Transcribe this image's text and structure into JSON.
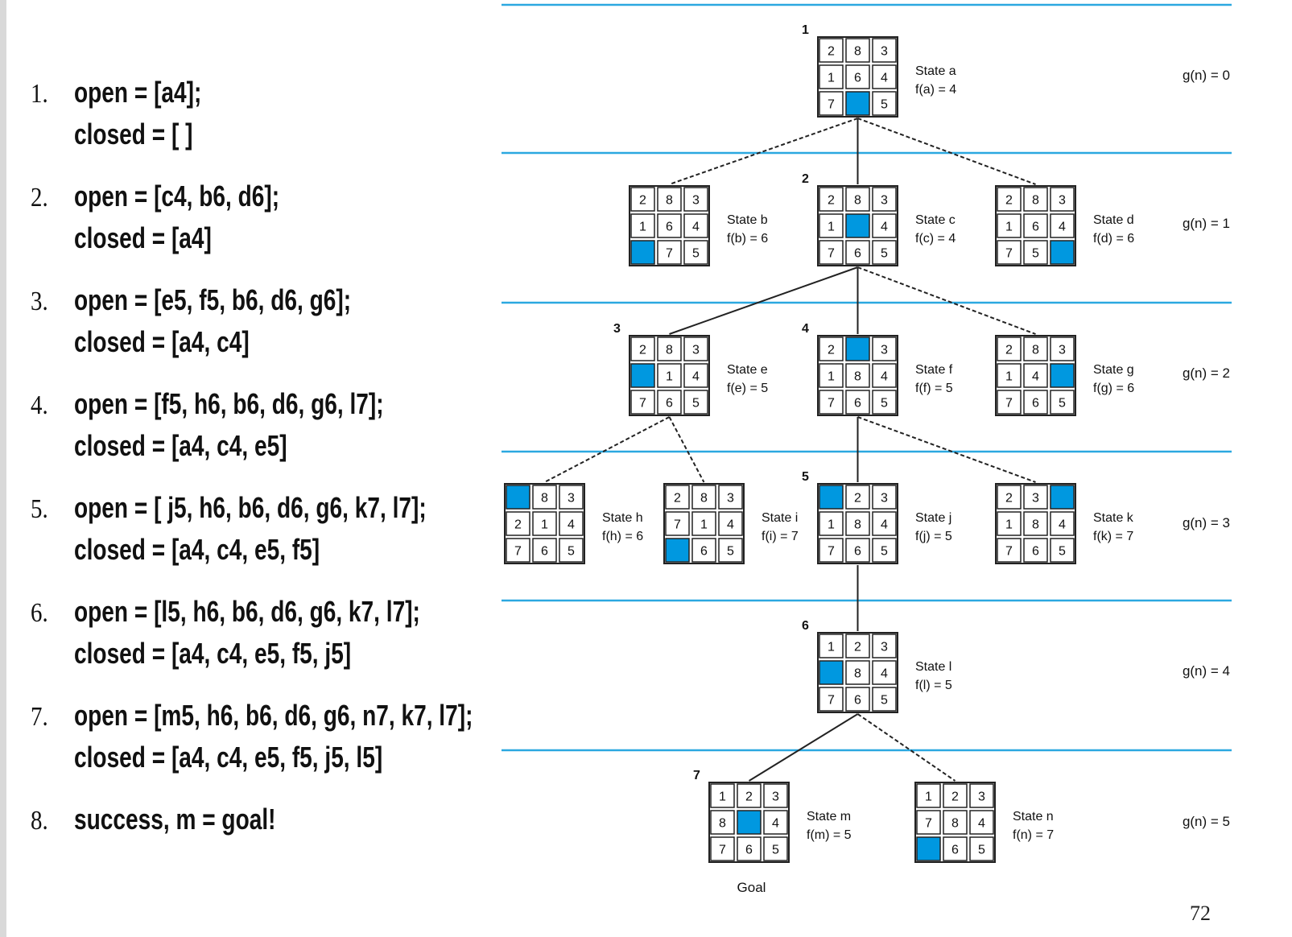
{
  "steps": [
    {
      "num": "1.",
      "line1": "open = [a4];",
      "line2": "closed = [ ]"
    },
    {
      "num": "2.",
      "line1": "open = [c4, b6, d6];",
      "line2": "closed = [a4]"
    },
    {
      "num": "3.",
      "line1": "open = [e5, f5, b6, d6, g6];",
      "line2": "closed = [a4, c4]"
    },
    {
      "num": "4.",
      "line1": "open = [f5, h6, b6, d6, g6, l7];",
      "line2": "closed = [a4, c4, e5]"
    },
    {
      "num": "5.",
      "line1": "open = [ j5, h6, b6, d6, g6, k7, l7];",
      "line2": "closed = [a4, c4, e5, f5]"
    },
    {
      "num": "6.",
      "line1": "open = [l5, h6, b6, d6, g6, k7, l7];",
      "line2": "closed = [a4, c4, e5, f5, j5]"
    },
    {
      "num": "7.",
      "line1": "open = [m5, h6, b6, d6, g6, n7, k7, l7];",
      "line2": "closed = [a4, c4, e5, f5, j5, l5]"
    },
    {
      "num": "8.",
      "line1": "success, m = goal!",
      "line2": ""
    }
  ],
  "levels": [
    "g(n) = 0",
    "g(n) = 1",
    "g(n) = 2",
    "g(n) = 3",
    "g(n) = 4",
    "g(n) = 5"
  ],
  "states": [
    {
      "id": "a",
      "cells": [
        "2",
        "8",
        "3",
        "1",
        "6",
        "4",
        "7",
        "",
        "5"
      ],
      "name": "State a",
      "f": "f(a) = 4",
      "order": "1"
    },
    {
      "id": "b",
      "cells": [
        "2",
        "8",
        "3",
        "1",
        "6",
        "4",
        "",
        "7",
        "5"
      ],
      "name": "State b",
      "f": "f(b) = 6",
      "order": ""
    },
    {
      "id": "c",
      "cells": [
        "2",
        "8",
        "3",
        "1",
        "",
        "4",
        "7",
        "6",
        "5"
      ],
      "name": "State c",
      "f": "f(c) = 4",
      "order": "2"
    },
    {
      "id": "d",
      "cells": [
        "2",
        "8",
        "3",
        "1",
        "6",
        "4",
        "7",
        "5",
        ""
      ],
      "name": "State d",
      "f": "f(d) = 6",
      "order": ""
    },
    {
      "id": "e",
      "cells": [
        "2",
        "8",
        "3",
        "",
        "1",
        "4",
        "7",
        "6",
        "5"
      ],
      "name": "State e",
      "f": "f(e) = 5",
      "order": "3"
    },
    {
      "id": "f",
      "cells": [
        "2",
        "",
        "3",
        "1",
        "8",
        "4",
        "7",
        "6",
        "5"
      ],
      "name": "State f",
      "f": "f(f) = 5",
      "order": "4"
    },
    {
      "id": "g",
      "cells": [
        "2",
        "8",
        "3",
        "1",
        "4",
        "",
        "7",
        "6",
        "5"
      ],
      "name": "State g",
      "f": "f(g) = 6",
      "order": ""
    },
    {
      "id": "h",
      "cells": [
        "",
        "8",
        "3",
        "2",
        "1",
        "4",
        "7",
        "6",
        "5"
      ],
      "name": "State h",
      "f": "f(h) = 6",
      "order": ""
    },
    {
      "id": "i",
      "cells": [
        "2",
        "8",
        "3",
        "7",
        "1",
        "4",
        "",
        "6",
        "5"
      ],
      "name": "State i",
      "f": "f(i) = 7",
      "order": ""
    },
    {
      "id": "j",
      "cells": [
        "",
        "2",
        "3",
        "1",
        "8",
        "4",
        "7",
        "6",
        "5"
      ],
      "name": "State j",
      "f": "f(j) = 5",
      "order": "5"
    },
    {
      "id": "k",
      "cells": [
        "2",
        "3",
        "",
        "1",
        "8",
        "4",
        "7",
        "6",
        "5"
      ],
      "name": "State k",
      "f": "f(k) = 7",
      "order": ""
    },
    {
      "id": "l",
      "cells": [
        "1",
        "2",
        "3",
        "",
        "8",
        "4",
        "7",
        "6",
        "5"
      ],
      "name": "State l",
      "f": "f(l) = 5",
      "order": "6"
    },
    {
      "id": "m",
      "cells": [
        "1",
        "2",
        "3",
        "8",
        "",
        "4",
        "7",
        "6",
        "5"
      ],
      "name": "State m",
      "f": "f(m) = 5",
      "order": "7"
    },
    {
      "id": "n",
      "cells": [
        "1",
        "2",
        "3",
        "7",
        "8",
        "4",
        "",
        "6",
        "5"
      ],
      "name": "State n",
      "f": "f(n) = 7",
      "order": ""
    }
  ],
  "edges": [
    {
      "from": "a",
      "to": "b",
      "style": "dashed"
    },
    {
      "from": "a",
      "to": "c",
      "style": "solid"
    },
    {
      "from": "a",
      "to": "d",
      "style": "dashed"
    },
    {
      "from": "c",
      "to": "e",
      "style": "solid"
    },
    {
      "from": "c",
      "to": "f",
      "style": "solid"
    },
    {
      "from": "c",
      "to": "g",
      "style": "dashed"
    },
    {
      "from": "e",
      "to": "h",
      "style": "dashed"
    },
    {
      "from": "e",
      "to": "i",
      "style": "dashed"
    },
    {
      "from": "f",
      "to": "j",
      "style": "solid"
    },
    {
      "from": "f",
      "to": "k",
      "style": "dashed"
    },
    {
      "from": "j",
      "to": "l",
      "style": "solid"
    },
    {
      "from": "l",
      "to": "m",
      "style": "solid"
    },
    {
      "from": "l",
      "to": "n",
      "style": "dashed"
    }
  ],
  "goal_label": "Goal",
  "page_number": "72",
  "colors": {
    "blank_tile": "#0098e0",
    "level_line": "#2ba8e0",
    "text": "#111111"
  }
}
